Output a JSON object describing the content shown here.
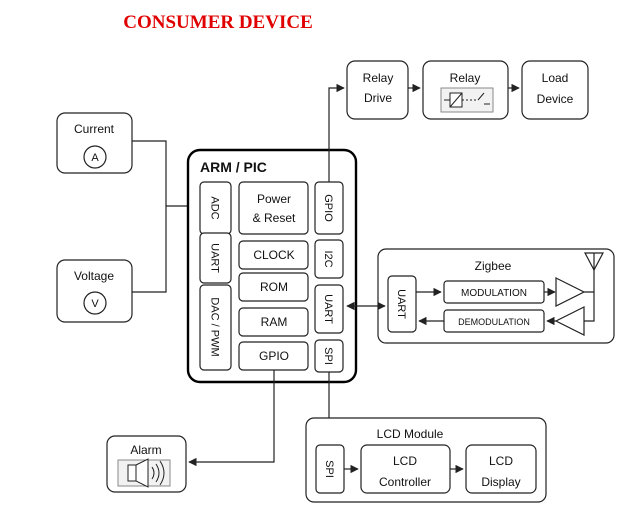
{
  "title": "CONSUMER DEVICE",
  "colors": {
    "title": "#e00000",
    "stroke": "#222222",
    "background": "#ffffff"
  },
  "sensors": {
    "current": "Current",
    "current_symbol": "A",
    "voltage": "Voltage",
    "voltage_symbol": "V"
  },
  "mcu": {
    "title": "ARM / PIC",
    "adc": "ADC",
    "uart_left": "UART",
    "dac_pwm": "DAC / PWM",
    "power_line1": "Power",
    "power_line2": "& Reset",
    "clock": "CLOCK",
    "rom": "ROM",
    "ram": "RAM",
    "gpio_bottom": "GPIO",
    "gpio_top": "GPIO",
    "i2c": "I2C",
    "uart_right": "UART",
    "spi": "SPI"
  },
  "relay_chain": {
    "relay_drive_line1": "Relay",
    "relay_drive_line2": "Drive",
    "relay": "Relay",
    "load_line1": "Load",
    "load_line2": "Device"
  },
  "zigbee": {
    "title": "Zigbee",
    "uart": "UART",
    "modulation": "MODULATION",
    "demodulation": "DEMODULATION"
  },
  "lcd_module": {
    "title": "LCD Module",
    "spi": "SPI",
    "controller_line1": "LCD",
    "controller_line2": "Controller",
    "display_line1": "LCD",
    "display_line2": "Display"
  },
  "alarm": {
    "label": "Alarm"
  },
  "icons": [
    "ammeter-icon",
    "voltmeter-icon",
    "relay-coil-icon",
    "antenna-icon",
    "speaker-icon",
    "amplifier-icon"
  ]
}
